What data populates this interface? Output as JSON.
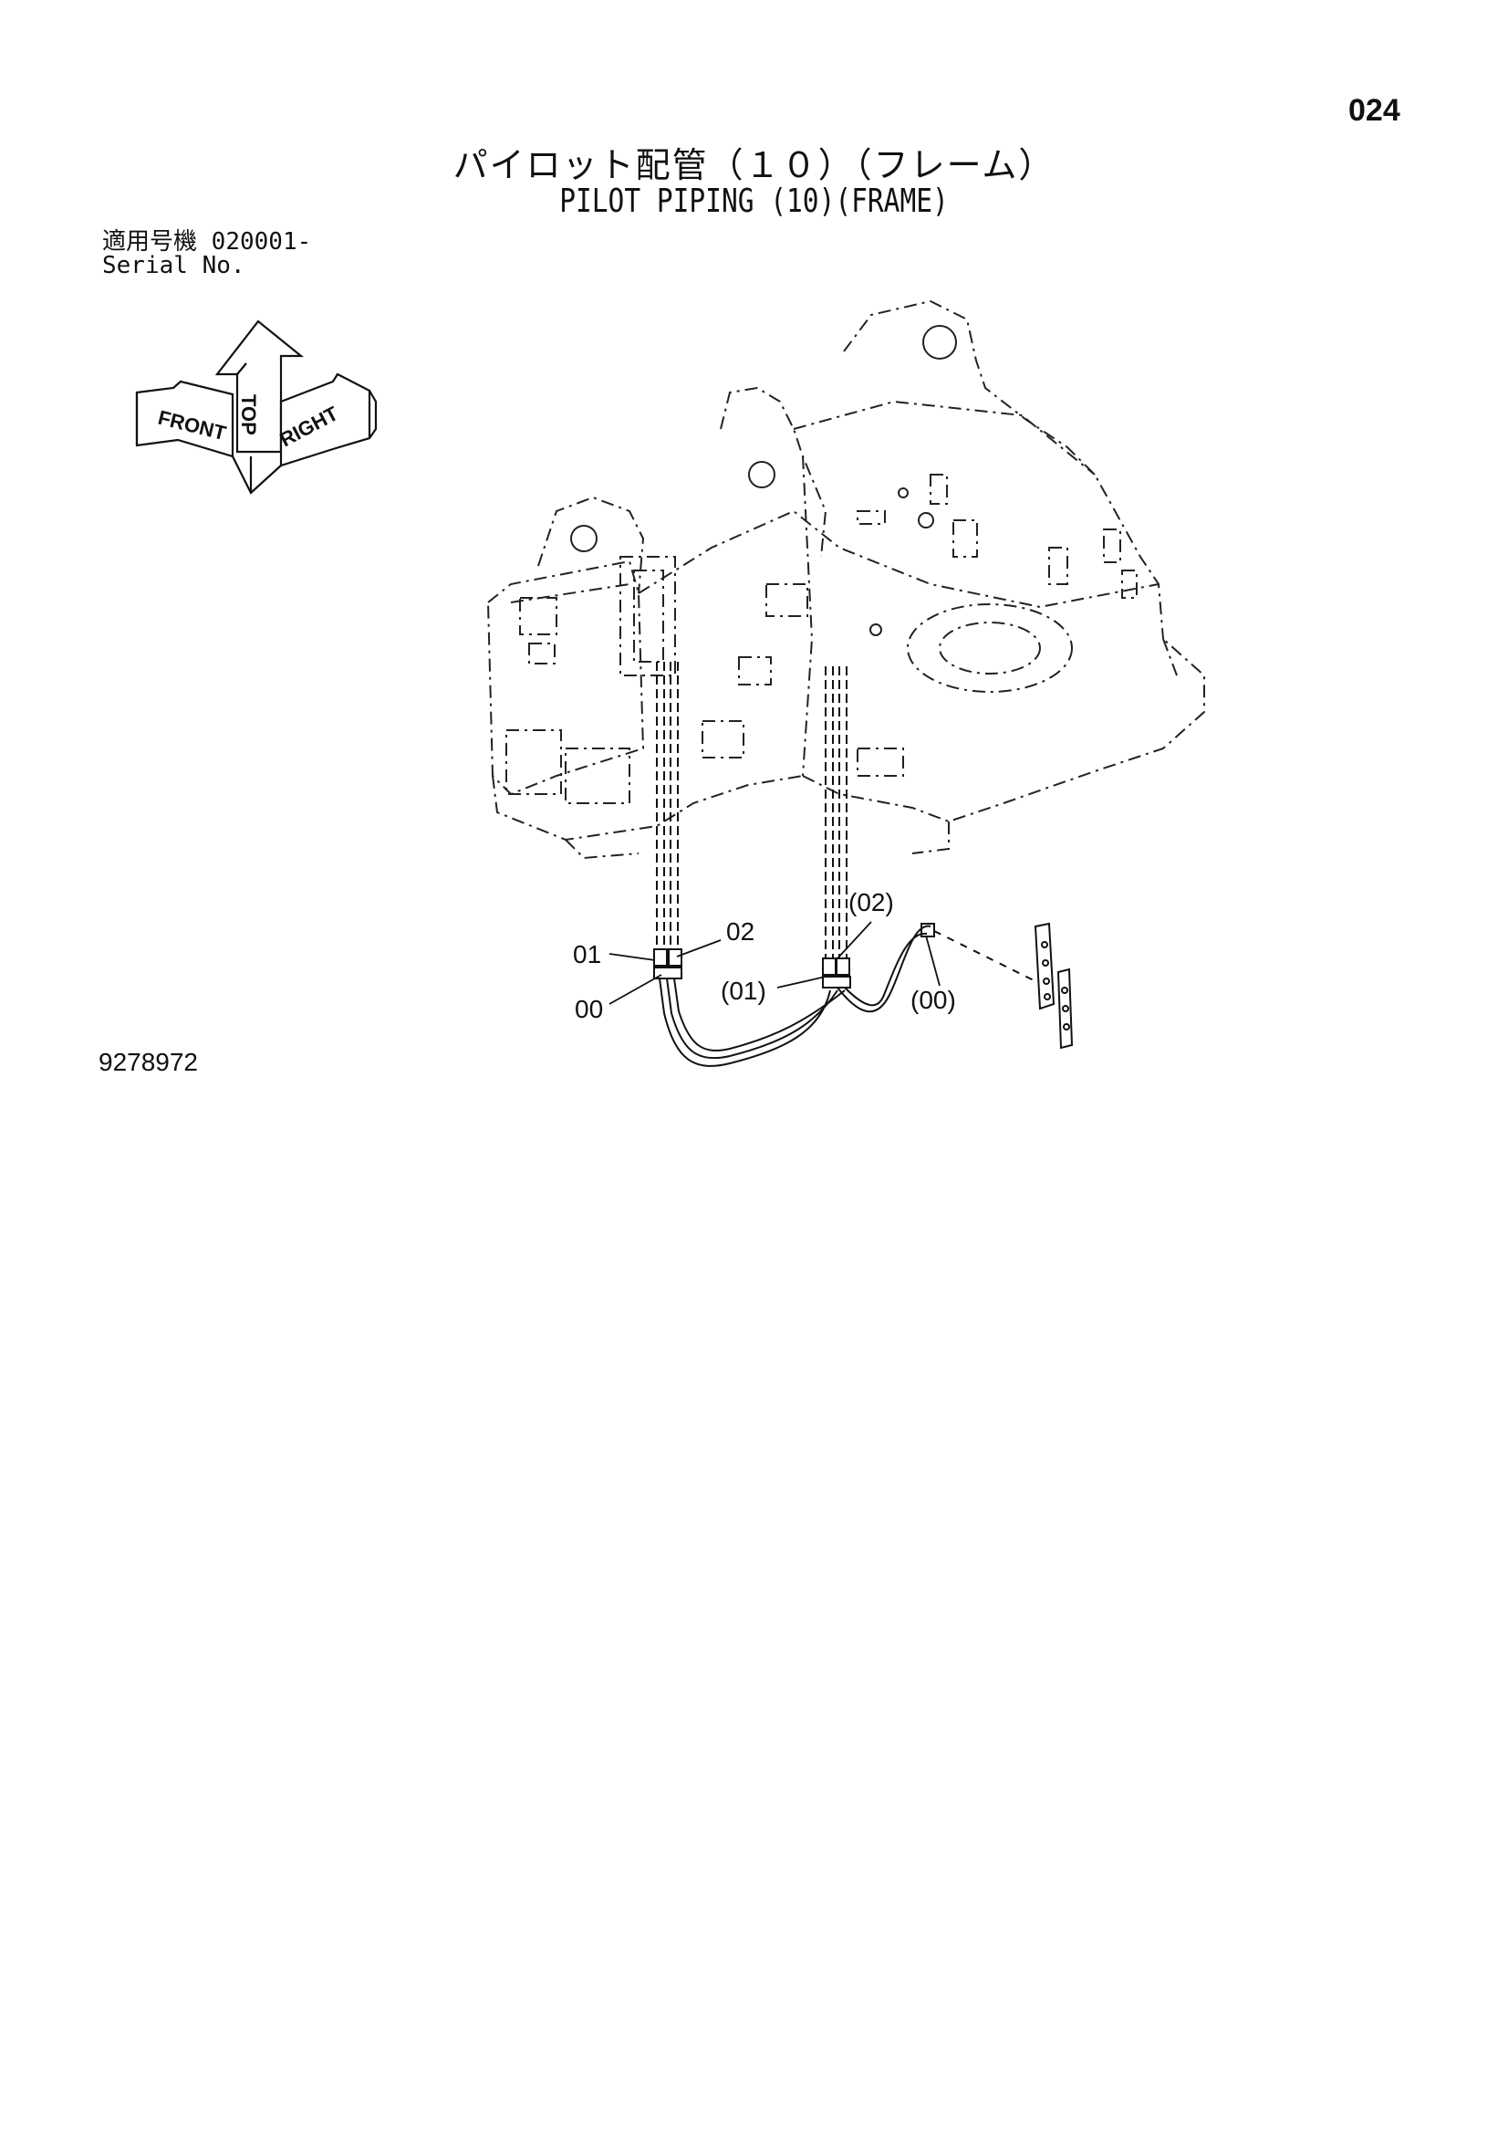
{
  "page_number": "024",
  "title_jp": "パイロット配管（１０）（フレーム）",
  "title_en": "PILOT PIPING (10)(FRAME)",
  "serial": {
    "label_jp": "適用号機",
    "value": "020001-",
    "label_en": "Serial No."
  },
  "direction_indicator": {
    "front": "FRONT",
    "top": "TOP",
    "right": "RIGHT"
  },
  "callouts": {
    "c01": "01",
    "c02": "02",
    "c00": "00",
    "c02p": "(02)",
    "c01p": "(01)",
    "c00p": "(00)"
  },
  "drawing_number": "9278972"
}
